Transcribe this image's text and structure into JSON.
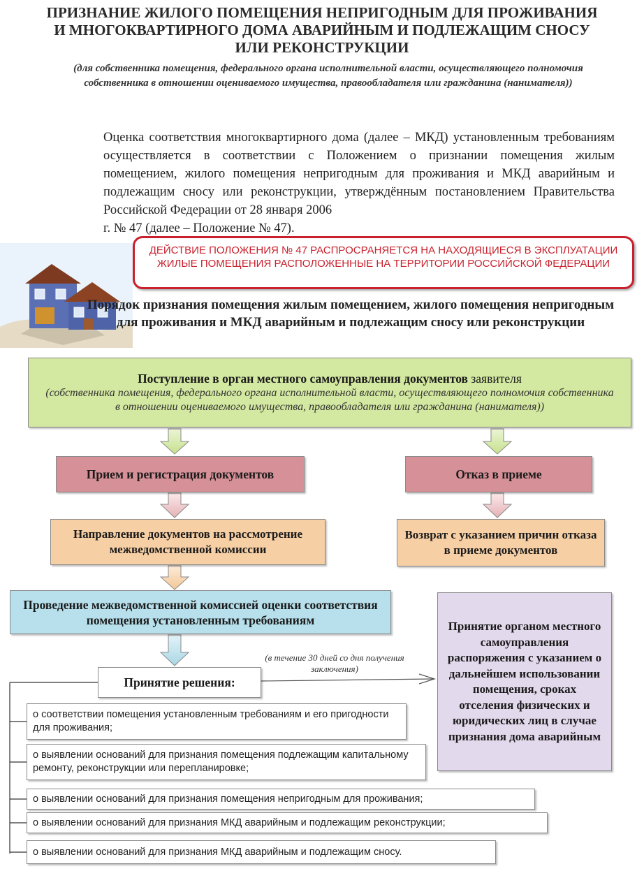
{
  "header": {
    "title": "ПРИЗНАНИЕ ЖИЛОГО ПОМЕЩЕНИЯ НЕПРИГОДНЫМ ДЛЯ ПРОЖИВАНИЯ И МНОГОКВАРТИРНОГО ДОМА АВАРИЙНЫМ И ПОДЛЕЖАЩИМ СНОСУ ИЛИ РЕКОНСТРУКЦИИ",
    "subtitle": "(для собственника помещения, федерального органа исполнительной власти, осуществляющего полномочия собственника в отношении оцениваемого имущества, правообладателя или гражданина (нанимателя))"
  },
  "intro": {
    "paragraph": "Оценка соответствия многоквартирного дома (далее – МКД) установленным требованиям осуществляется в соответствии с Положением о признании помещения жилым помещением, жилого помещения непригодным для проживания и МКД аварийным и подлежащим сносу или реконструкции, утверждённым постановлением Правительства Российской Федерации от 28 января 2006",
    "paragraph_end": "г. № 47 (далее – Положение № 47)."
  },
  "notice": "ДЕЙСТВИЕ ПОЛОЖЕНИЯ № 47 РАСПРОСРАНЯЕТСЯ НА НАХОДЯЩИЕСЯ В ЭКСПЛУАТАЦИИ ЖИЛЫЕ ПОМЕЩЕНИЯ РАСПОЛОЖЕННЫЕ НА ТЕРРИТОРИИ РОССИЙСКОЙ ФЕДЕРАЦИИ",
  "procedure_title": "Порядок признания помещения жилым помещением, жилого помещения непригодным для проживания и МКД аварийным и подлежащим сносу или реконструкции",
  "flow": {
    "receipt_main": "Поступление в орган местного самоуправления документов",
    "receipt_main_tail": "заявителя",
    "receipt_sub": "(собственника помещения, федерального органа исполнительной власти, осуществляющего полномочия собственника в отношении оцениваемого имущества, правообладателя или гражданина (нанимателя))",
    "accept": "Прием и регистрация документов",
    "refuse": "Отказ в приеме",
    "send": "Направление документов на рассмотрение межведомственной комиссии",
    "return": "Возврат с указанием причин отказа в приеме документов",
    "assessment": "Проведение межведомственной комиссией оценки соответствия помещения установленным требованиям",
    "decision": "Принятие решения:",
    "deadline_note": "(в течение 30 дней со дня получения заключения)",
    "order": "Принятие органом местного самоуправления распоряжения с указанием о дальнейшем использовании помещения, сроках отселения физических и юридических лиц в случае признания дома аварийным",
    "options": [
      "о соответствии помещения установленным требованиям и его пригодности для проживания;",
      "о выявлении оснований для признания помещения подлежащим капитальному ремонту, реконструкции или перепланировке;",
      "о выявлении оснований для признания помещения непригодным для проживания;",
      "о выявлении оснований для признания МКД аварийным и подлежащим реконструкции;",
      "о выявлении оснований для признания МКД аварийным и подлежащим сносу."
    ]
  },
  "colors": {
    "accent_red": "#c8202c",
    "green_box": "#d3e8a0",
    "pink_box": "#d69097",
    "orange_box": "#f7cfa5",
    "blue_box": "#b7e0ec",
    "purple_box": "#e3d9ec"
  },
  "icons": [
    "house-illustration",
    "down-arrow",
    "right-arrow"
  ]
}
